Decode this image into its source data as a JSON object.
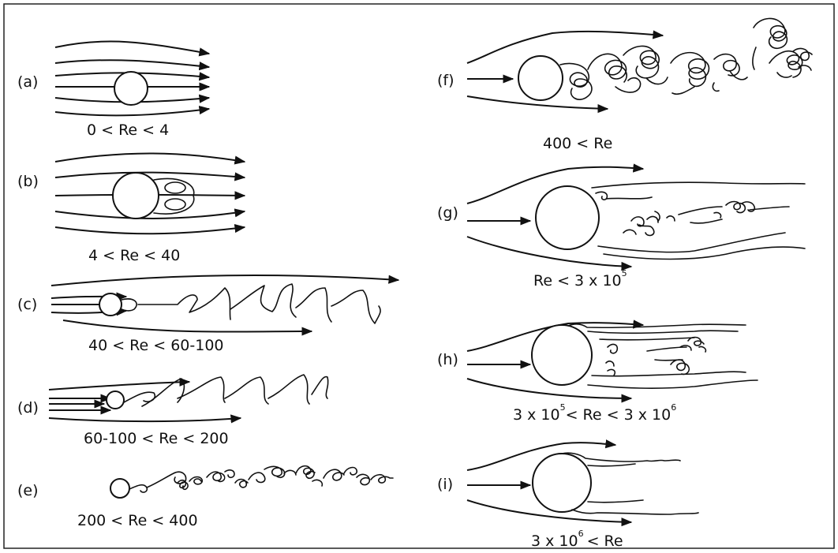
{
  "panels": [
    {
      "id": "a",
      "label": "(a)",
      "range": "0 < Re < 4"
    },
    {
      "id": "b",
      "label": "(b)",
      "range": "4 < Re < 40"
    },
    {
      "id": "c",
      "label": "(c)",
      "range": "40 < Re < 60-100"
    },
    {
      "id": "d",
      "label": "(d)",
      "range": "60-100 < Re < 200"
    },
    {
      "id": "e",
      "label": "(e)",
      "range": "200 < Re < 400"
    },
    {
      "id": "f",
      "label": "(f)",
      "range": "400 < Re"
    },
    {
      "id": "g",
      "label": "(g)",
      "range_parts": {
        "pre": "Re < 3 x 10",
        "exp": "5"
      }
    },
    {
      "id": "h",
      "label": "(h)",
      "range_parts": {
        "a": "3 x 10",
        "exp1": "5",
        "b": "< Re < 3 x 10",
        "exp2": "6"
      }
    },
    {
      "id": "i",
      "label": "(i)",
      "range_parts": {
        "pre": "3 x 10",
        "exp": "6",
        "post": "< Re"
      }
    }
  ]
}
